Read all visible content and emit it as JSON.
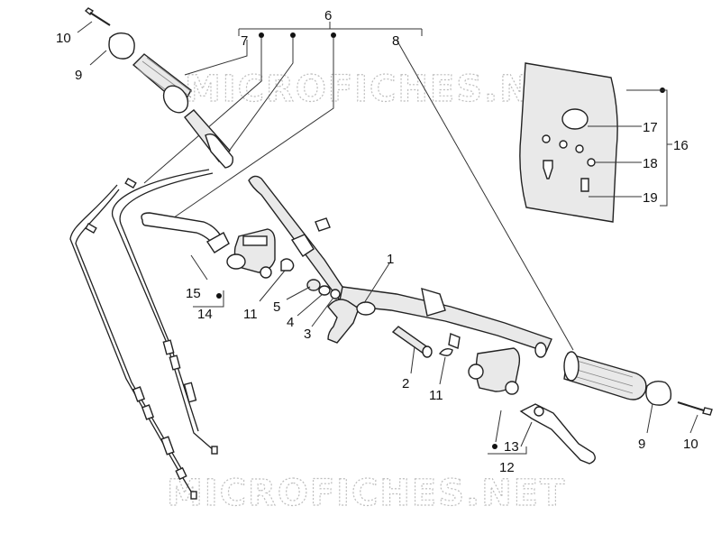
{
  "watermark": {
    "text": "MICROFICHES.NET"
  },
  "callouts": {
    "c1": "1",
    "c2": "2",
    "c3": "3",
    "c4": "4",
    "c5": "5",
    "c6": "6",
    "c7": "7",
    "c8": "8",
    "c9_left": "9",
    "c9_right": "9",
    "c10_left": "10",
    "c10_right": "10",
    "c11_left": "11",
    "c11_right": "11",
    "c12": "12",
    "c13": "13",
    "c14": "14",
    "c15": "15",
    "c16": "16",
    "c17": "17",
    "c18": "18",
    "c19": "19"
  }
}
